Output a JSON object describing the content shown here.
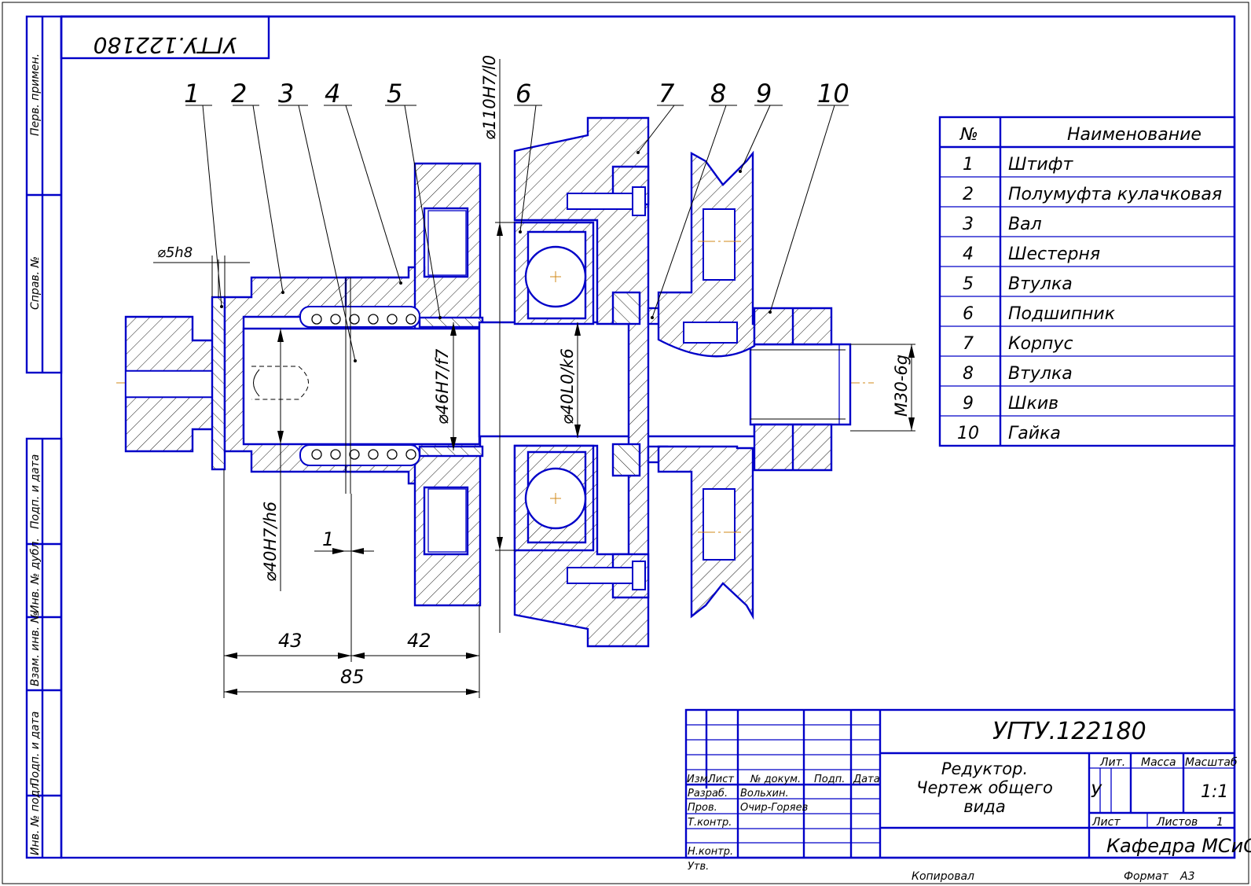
{
  "doc_code": "УГТУ.122180",
  "side_stamp": [
    "Перв. примен.",
    "Справ. №",
    "Подп. и дата",
    "Инв. № дубл.",
    "Взам. инв. №",
    "Подп. и дата",
    "Инв. № подл."
  ],
  "part_labels": [
    "1",
    "2",
    "3",
    "4",
    "5",
    "6",
    "7",
    "8",
    "9",
    "10"
  ],
  "dimensions": {
    "d5h8": "⌀5h8",
    "d110": "⌀110H7/l0",
    "d46": "⌀46H7/f7",
    "d40l0": "⌀40L0/k6",
    "d40h7": "⌀40H7/h6",
    "m30": "М30-6g",
    "gap": "1",
    "len43": "43",
    "len42": "42",
    "len85": "85"
  },
  "parts_table": {
    "header_no": "№",
    "header_name": "Наименование",
    "rows": [
      {
        "no": "1",
        "name": "Штифт"
      },
      {
        "no": "2",
        "name": "Полумуфта кулачковая"
      },
      {
        "no": "3",
        "name": "Вал"
      },
      {
        "no": "4",
        "name": "Шестерня"
      },
      {
        "no": "5",
        "name": "Втулка"
      },
      {
        "no": "6",
        "name": "Подшипник"
      },
      {
        "no": "7",
        "name": "Корпус"
      },
      {
        "no": "8",
        "name": "Втулка"
      },
      {
        "no": "9",
        "name": "Шкив"
      },
      {
        "no": "10",
        "name": "Гайка"
      }
    ]
  },
  "title_block": {
    "code": "УГТУ.122180",
    "title_lines": [
      "Редуктор.",
      "Чертеж общего",
      "вида"
    ],
    "cols": [
      "Изм.",
      "Лист",
      "№ докум.",
      "Подп.",
      "Дата"
    ],
    "roles": [
      "Разраб.",
      "Пров.",
      "Т.контр.",
      "",
      "Н.контр.",
      "Утв."
    ],
    "names": [
      "Вольхин.",
      "Очир-Горяев"
    ],
    "lit_label": "Лит.",
    "mass_label": "Масса",
    "scale_label": "Масштаб",
    "lit_value": "У",
    "scale_value": "1:1",
    "sheet_label": "Лист",
    "sheets_label": "Листов",
    "sheets_value": "1",
    "department": "Кафедра МСиС"
  },
  "footer": {
    "copied": "Копировал",
    "format_label": "Формат",
    "format_value": "А3"
  }
}
